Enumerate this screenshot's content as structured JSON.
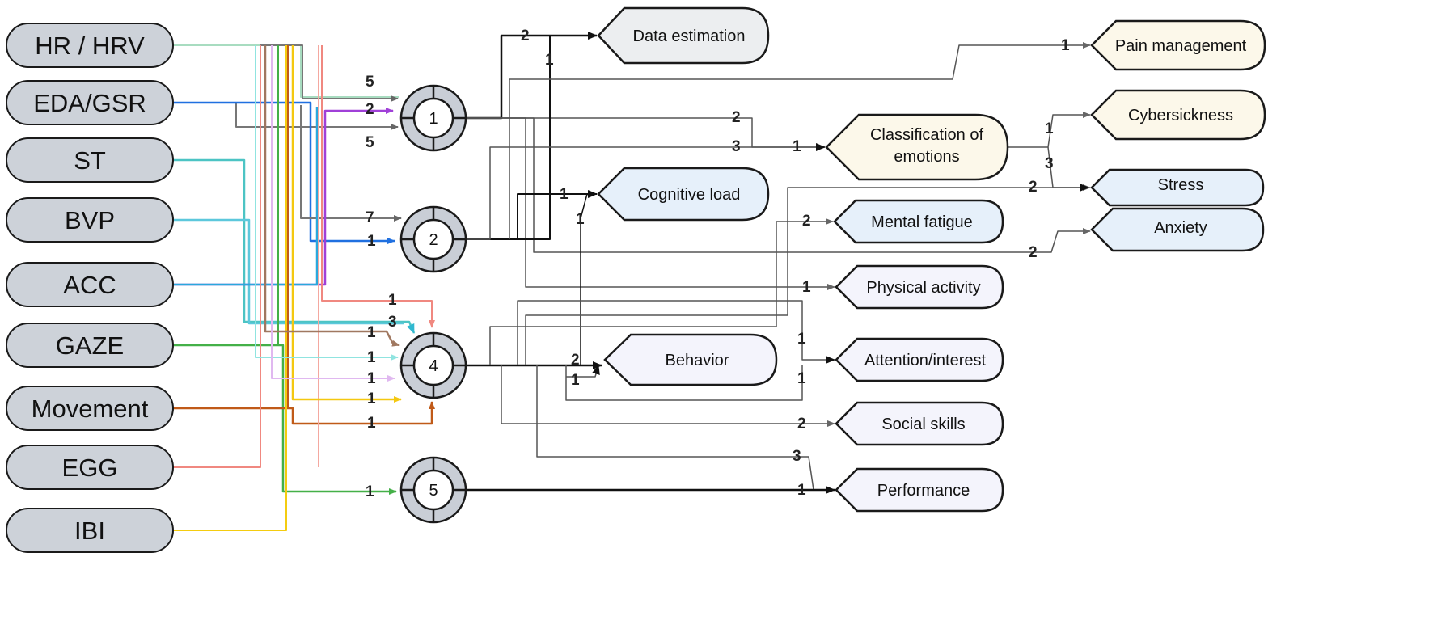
{
  "title": "",
  "inputs": [
    {
      "id": "HR",
      "label": "HR / HRV",
      "color": "#a8dcc0"
    },
    {
      "id": "EDA",
      "label": "EDA/GSR",
      "color": "#2d8cd8"
    },
    {
      "id": "ST",
      "label": "ST",
      "color": "#4cc4c4"
    },
    {
      "id": "BVP",
      "label": "BVP",
      "color": "#5cc8dc"
    },
    {
      "id": "ACC",
      "label": "ACC",
      "color": "#2aa8dc"
    },
    {
      "id": "GAZE",
      "label": "GAZE",
      "color": "#44b048"
    },
    {
      "id": "MOV",
      "label": "Movement",
      "color": "#c05a18"
    },
    {
      "id": "EGG",
      "label": "EGG",
      "color": "#f08880"
    },
    {
      "id": "IBI",
      "label": "IBI",
      "color": "#f4cc10"
    }
  ],
  "hubs": [
    {
      "id": "h1",
      "label": "1"
    },
    {
      "id": "h2",
      "label": "2"
    },
    {
      "id": "h4",
      "label": "4"
    },
    {
      "id": "h5",
      "label": "5"
    }
  ],
  "outputs": [
    {
      "id": "data",
      "label": "Data estimation",
      "fill": "#eceef0"
    },
    {
      "id": "pain",
      "label": "Pain management",
      "fill": "#fcf8ea"
    },
    {
      "id": "cyber",
      "label": "Cybersickness",
      "fill": "#fcf8ea"
    },
    {
      "id": "emo",
      "label1": "Classification of",
      "label2": "emotions",
      "fill": "#fcf8ea"
    },
    {
      "id": "stress",
      "label": "Stress",
      "fill": "#e6f0fa"
    },
    {
      "id": "cog",
      "label": "Cognitive load",
      "fill": "#e6f0fa"
    },
    {
      "id": "anx",
      "label": "Anxiety",
      "fill": "#e6f0fa"
    },
    {
      "id": "fat",
      "label": "Mental fatigue",
      "fill": "#e6f0fa"
    },
    {
      "id": "phys",
      "label": "Physical activity",
      "fill": "#f4f4fc"
    },
    {
      "id": "beh",
      "label": "Behavior",
      "fill": "#f4f4fc"
    },
    {
      "id": "att",
      "label": "Attention/interest",
      "fill": "#f4f4fc"
    },
    {
      "id": "soc",
      "label": "Social skills",
      "fill": "#f4f4fc"
    },
    {
      "id": "perf",
      "label": "Performance",
      "fill": "#f4f4fc"
    }
  ],
  "edge_labels": {
    "to_h1_a": "5",
    "to_h1_b": "2",
    "to_h1_c": "5",
    "to_h2_a": "7",
    "to_h2_b": "1",
    "to_h4_a": "1",
    "to_h4_b": "3",
    "to_h4_c": "1",
    "to_h4_d": "1",
    "to_h4_e": "1",
    "to_h4_f": "1",
    "to_h4_g": "1",
    "to_h5": "1",
    "data_a": "2",
    "data_b": "1",
    "pain": "1",
    "emo_a": "2",
    "emo_b": "3",
    "emo_c": "1",
    "cyber": "1",
    "stress_a": "3",
    "stress_b": "2",
    "cog_a": "1",
    "cog_b": "1",
    "anx": "2",
    "fat": "2",
    "phys": "1",
    "beh_a": "2",
    "beh_b": "1",
    "att_a": "1",
    "att_b": "1",
    "soc": "2",
    "perf_a": "3",
    "perf_b": "1"
  }
}
